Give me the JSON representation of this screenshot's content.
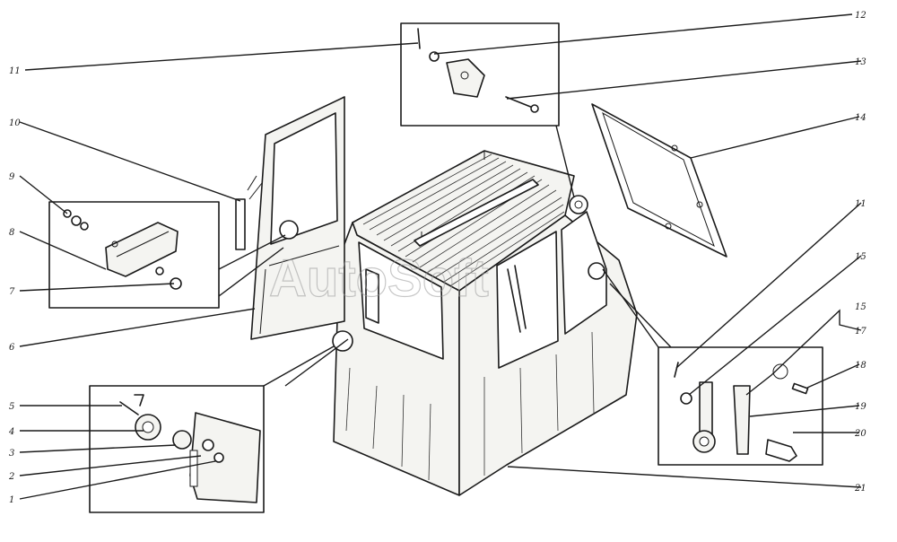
{
  "watermark": "AutoSoft",
  "callouts": [
    {
      "id": "c1",
      "label": "1"
    },
    {
      "id": "c2",
      "label": "2"
    },
    {
      "id": "c3",
      "label": "3"
    },
    {
      "id": "c4",
      "label": "4"
    },
    {
      "id": "c5",
      "label": "5"
    },
    {
      "id": "c6",
      "label": "6"
    },
    {
      "id": "c7",
      "label": "7"
    },
    {
      "id": "c8",
      "label": "8"
    },
    {
      "id": "c9",
      "label": "9"
    },
    {
      "id": "c10",
      "label": "10"
    },
    {
      "id": "c11a",
      "label": "11"
    },
    {
      "id": "c11b",
      "label": "11"
    },
    {
      "id": "c12",
      "label": "12"
    },
    {
      "id": "c13",
      "label": "13"
    },
    {
      "id": "c14",
      "label": "14"
    },
    {
      "id": "c15a",
      "label": "15"
    },
    {
      "id": "c15b",
      "label": "15"
    },
    {
      "id": "c17",
      "label": "17"
    },
    {
      "id": "c18",
      "label": "18"
    },
    {
      "id": "c19",
      "label": "19"
    },
    {
      "id": "c20",
      "label": "20"
    },
    {
      "id": "c21",
      "label": "21"
    }
  ]
}
